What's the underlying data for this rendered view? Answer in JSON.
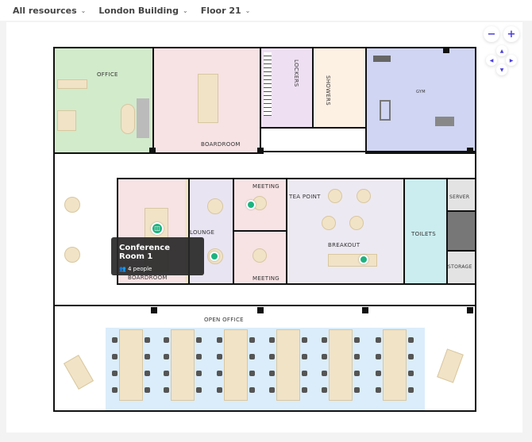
{
  "filters": [
    {
      "label": "All resources"
    },
    {
      "label": "London Building"
    },
    {
      "label": "Floor 21"
    }
  ],
  "rooms": {
    "office": "OFFICE",
    "boardroom_top": "BOARDROOM",
    "lockers": "LOCKERS",
    "showers": "SHOWERS",
    "gym": "GYM",
    "boardroom": "BOARDROOM",
    "lounge": "LOUNGE",
    "meeting_top": "MEETING",
    "meeting_bottom": "MEETING",
    "tea_point": "TEA POINT",
    "breakout": "BREAKOUT",
    "toilets": "TOILETS",
    "server": "SERVER",
    "storage": "STORAGE",
    "open_office": "OPEN OFFICE"
  },
  "tooltip": {
    "title": "Conference Room 1",
    "capacity": "4 people",
    "icon": "people-icon"
  },
  "zoom": {
    "in": "+",
    "out": "−",
    "up": "▲",
    "down": "▼",
    "left": "◀",
    "right": "▶"
  },
  "colors": {
    "accent": "#4b3ee0",
    "available": "#1db380"
  }
}
